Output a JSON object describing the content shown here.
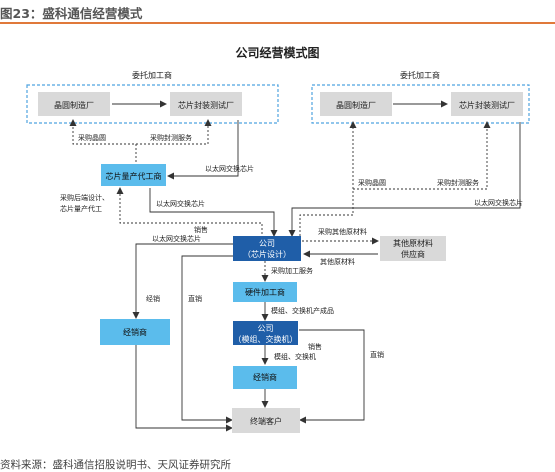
{
  "header": {
    "figure_label": "图23：盛科通信经营模式"
  },
  "title": "公司经营模式图",
  "source": "资料来源：盛科通信招股说明书、天风证券研究所",
  "groups": {
    "left_outsourcing": "委托加工商",
    "right_outsourcing": "委托加工商"
  },
  "nodes": {
    "wafer_left": "晶圆制造厂",
    "packaging_left": "芯片封装测试厂",
    "wafer_right": "晶圆制造厂",
    "packaging_right": "芯片封装测试厂",
    "chip_foundry": "芯片量产代工商",
    "company_design": [
      "公司",
      "（芯片设计）"
    ],
    "raw_supplier": [
      "其他原材料",
      "供应商"
    ],
    "hardware_proc": "硬件加工商",
    "company_module": [
      "公司",
      "（模组、交换机）"
    ],
    "distributor_left": "经销商",
    "distributor_mid": "经销商",
    "end_customer": "终端客户"
  },
  "edge_labels": {
    "buy_wafer_left": "采购晶圆",
    "buy_test_left": "采购封测服务",
    "ethernet_chip_1": "以太网交换芯片",
    "backend_design": [
      "采购后端设计、",
      "芯片量产代工"
    ],
    "ethernet_chip_2": "以太网交换芯片",
    "buy_wafer_right": "采购晶圆",
    "buy_test_right": "采购封测服务",
    "ethernet_chip_3": "以太网交换芯片",
    "sales_ethernet": [
      "销售",
      "以太网交换芯片"
    ],
    "buy_other_materials": "采购其他原材料",
    "other_materials": "其他原材料",
    "buy_processing": "采购加工服务",
    "module_products": "模组、交换机产成品",
    "distribution_left": "经销",
    "direct_sales_left": "直销",
    "sales_modules": [
      "销售",
      "模组、交换机"
    ],
    "direct_sales_right": "直销"
  },
  "colors": {
    "header_rule": "#e0793a",
    "node_grey": "#d9d9d9",
    "node_light_blue": "#5bbcec",
    "node_dark_blue": "#1f5ea8",
    "dash_border": "#4fa3e0",
    "arrow": "#333333"
  }
}
